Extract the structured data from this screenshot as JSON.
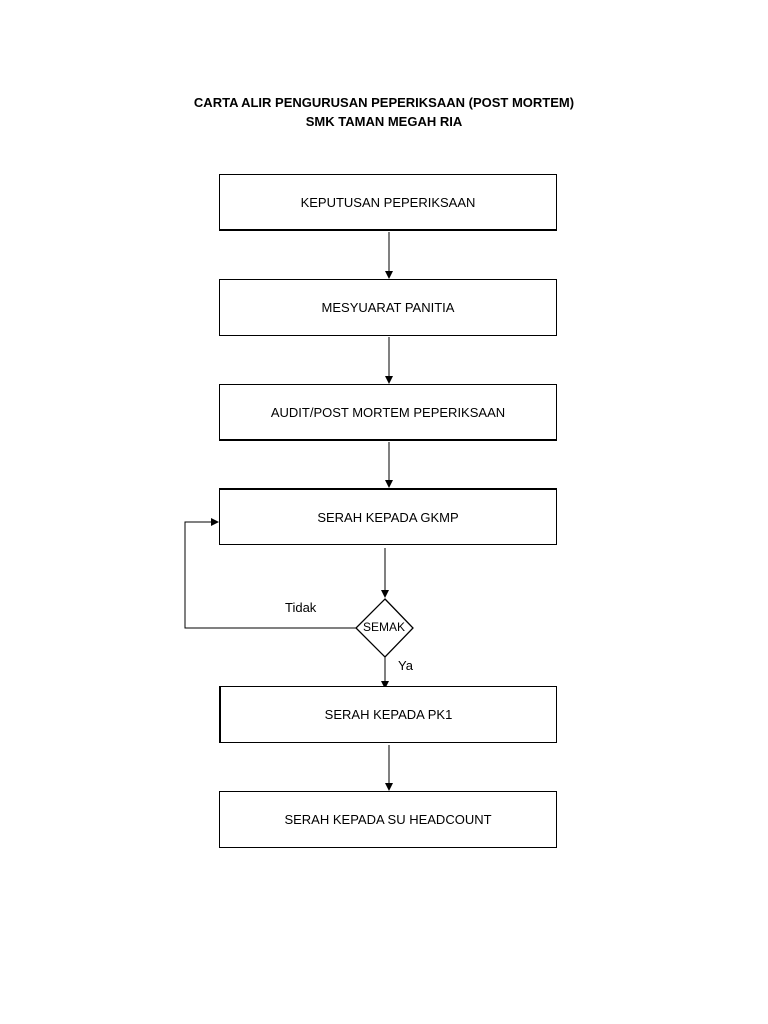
{
  "title": {
    "line1": "CARTA ALIR PENGURUSAN PEPERIKSAAN (POST MORTEM)",
    "line2": "SMK TAMAN MEGAH RIA"
  },
  "steps": [
    "KEPUTUSAN PEPERIKSAAN",
    "MESYUARAT PANITIA",
    "AUDIT/POST MORTEM PEPERIKSAAN",
    "SERAH KEPADA GKMP",
    "SERAH KEPADA PK1",
    "SERAH KEPADA SU HEADCOUNT"
  ],
  "decision": {
    "label": "SEMAK",
    "no_label": "Tidak",
    "yes_label": "Ya"
  },
  "colors": {
    "line": "#000000",
    "background": "#ffffff"
  }
}
